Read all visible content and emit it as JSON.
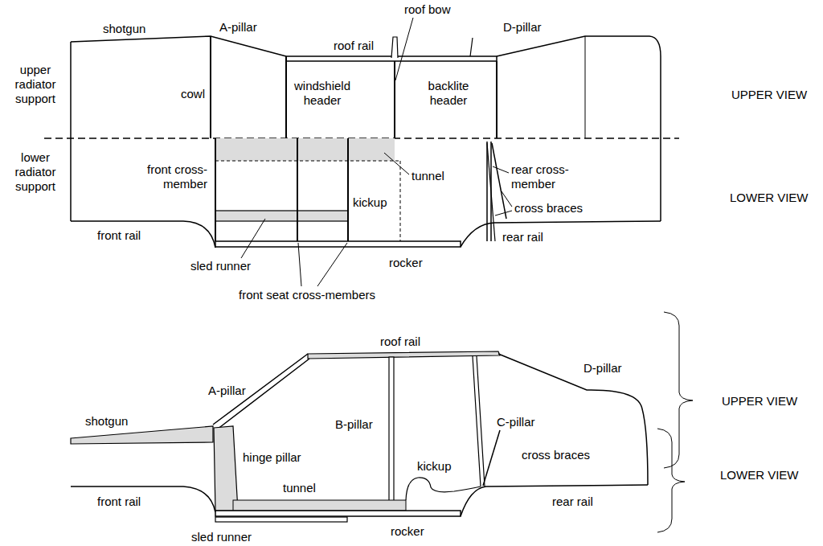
{
  "diagram": {
    "labels": [
      "shotgun",
      "A-pillar",
      "roof rail",
      "roof bow",
      "D-pillar",
      "upper radiator support",
      "cowl",
      "windshield header",
      "backlite header",
      "UPPER VIEW",
      "lower radiator support",
      "tunnel",
      "front cross-member",
      "rear cross-member",
      "kickup",
      "LOWER VIEW",
      "cross braces",
      "front rail",
      "rear rail",
      "sled runner",
      "rocker",
      "front seat cross-members",
      "roof rail",
      "A-pillar",
      "D-pillar",
      "UPPER VIEW",
      "B-pillar",
      "C-pillar",
      "shotgun",
      "hinge pillar",
      "kickup",
      "cross braces",
      "LOWER VIEW",
      "front rail",
      "tunnel",
      "rear rail",
      "sled runner",
      "rocker"
    ]
  }
}
